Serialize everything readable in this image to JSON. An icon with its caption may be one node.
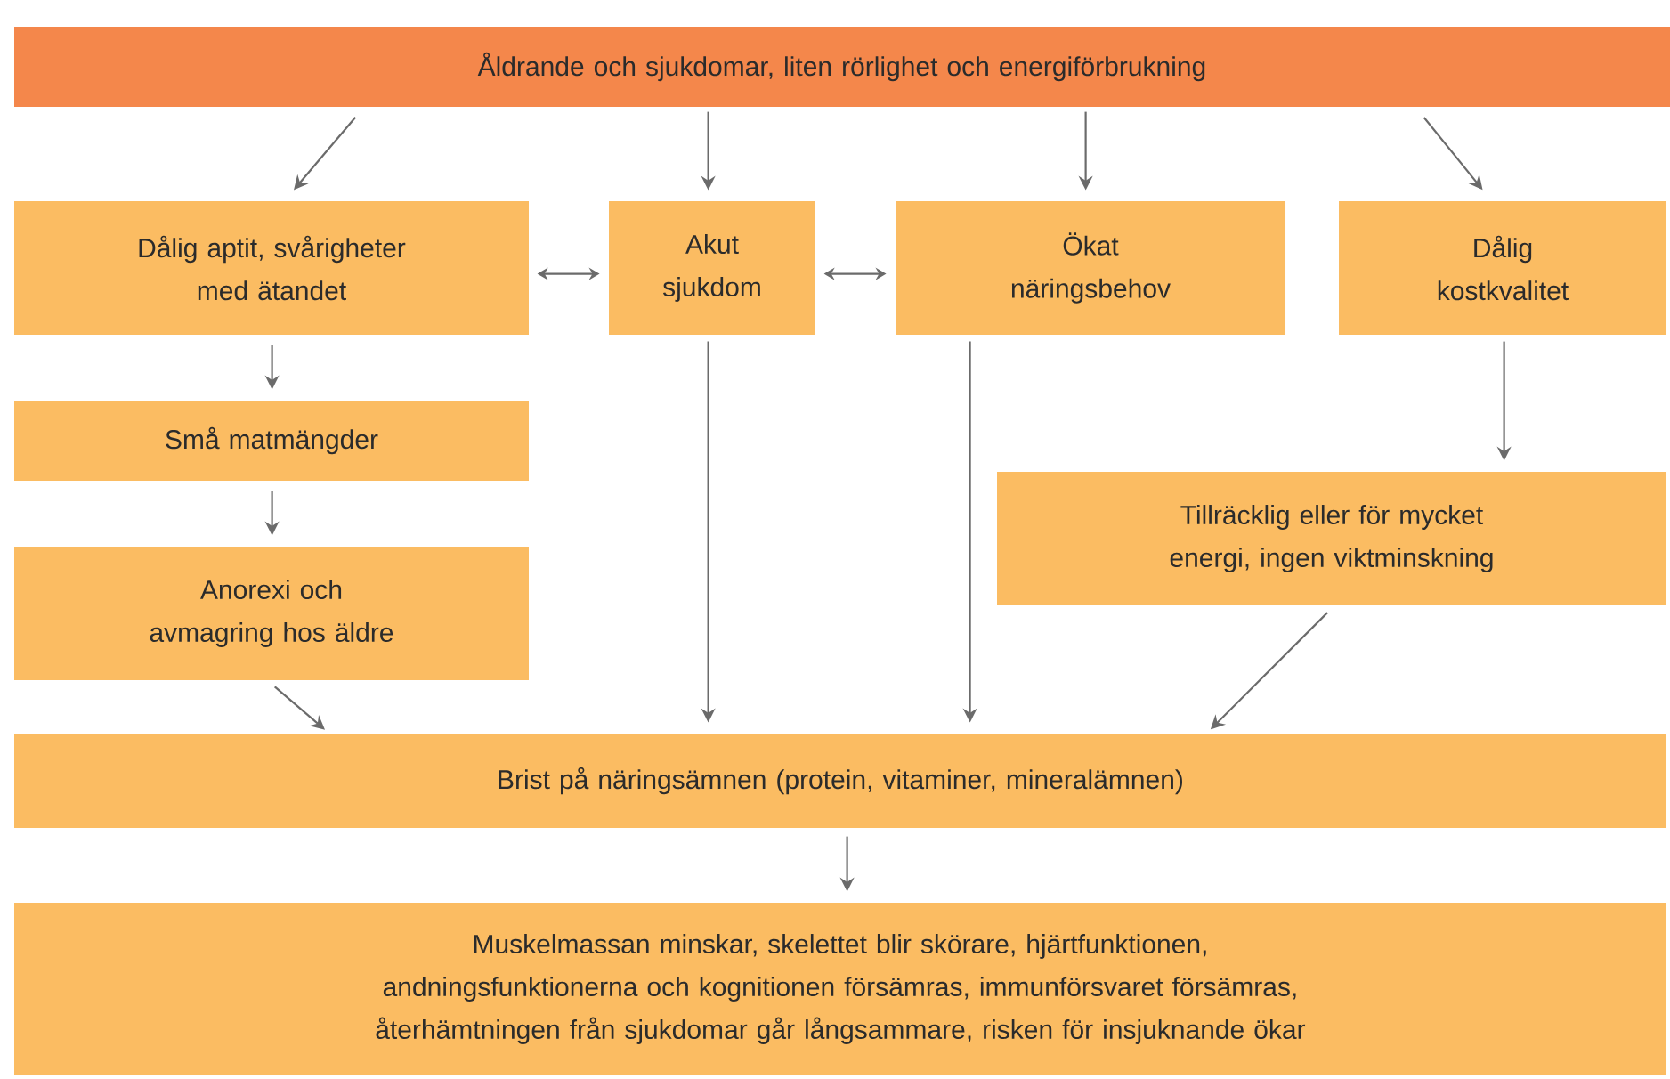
{
  "diagram": {
    "nodes": [
      {
        "text": [
          "Åldrande och sjukdomar, liten rörlighet och energiförbrukning"
        ]
      },
      {
        "text": [
          "Dålig aptit, svårigheter med ätandet"
        ]
      },
      {
        "text": [
          "Akut sjukdom"
        ]
      },
      {
        "text": [
          "Ökat näringsbehov"
        ]
      },
      {
        "text": [
          "Dålig kostkvalitet"
        ]
      },
      {
        "text": [
          "Små matmängder"
        ]
      },
      {
        "text": [
          "Tillräcklig eller för mycket energi, ingen viktminskning"
        ]
      },
      {
        "text": [
          "Anorexi och avmagring hos äldre"
        ]
      },
      {
        "text": [
          "Brist på näringsämnen (protein, vitaminer, mineralämnen)"
        ]
      },
      {
        "text": [
          "Muskelmassan minskar, skelettet blir skörare, hjärtfunktionen, andningsfunktionerna och kognitionen försämras, immunförsvaret försämras, återhämtningen från sjukdomar går långsammare, risken för insjuknande ökar"
        ]
      }
    ],
    "edges": [
      {
        "from": 0,
        "to": 1,
        "arrow": "to"
      },
      {
        "from": 0,
        "to": 2,
        "arrow": "to"
      },
      {
        "from": 0,
        "to": 3,
        "arrow": "to"
      },
      {
        "from": 0,
        "to": 4,
        "arrow": "to"
      },
      {
        "from": 1,
        "to": 2,
        "arrow": "both"
      },
      {
        "from": 2,
        "to": 3,
        "arrow": "both"
      },
      {
        "from": 1,
        "to": 5,
        "arrow": "to"
      },
      {
        "from": 5,
        "to": 7,
        "arrow": "to"
      },
      {
        "from": 4,
        "to": 6,
        "arrow": "to"
      },
      {
        "from": 7,
        "to": 8,
        "arrow": "to"
      },
      {
        "from": 2,
        "to": 8,
        "arrow": "to"
      },
      {
        "from": 3,
        "to": 8,
        "arrow": "to"
      },
      {
        "from": 6,
        "to": 8,
        "arrow": "to"
      },
      {
        "from": 8,
        "to": 9,
        "arrow": "to"
      }
    ]
  }
}
